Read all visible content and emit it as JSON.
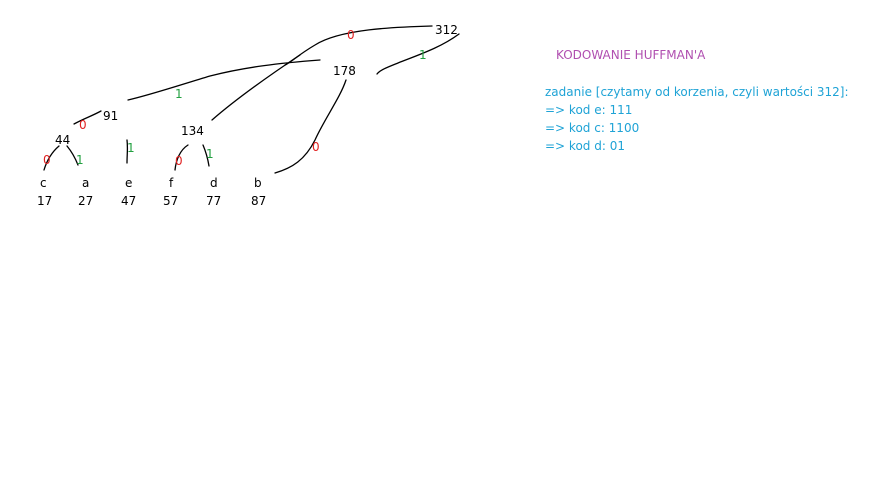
{
  "title": "KODOWANIE HUFFMAN'A",
  "notes": {
    "task": "zadanie [czytamy od korzenia, czyli wartości 312]:",
    "code_e": "=> kod e: 111",
    "code_c": "=> kod c: 1100",
    "code_d": "=> kod d: 01"
  },
  "tree": {
    "internal_nodes": [
      "312",
      "178",
      "134",
      "91",
      "44"
    ],
    "leaves": [
      {
        "symbol": "c",
        "weight": "17"
      },
      {
        "symbol": "a",
        "weight": "27"
      },
      {
        "symbol": "e",
        "weight": "47"
      },
      {
        "symbol": "f",
        "weight": "57"
      },
      {
        "symbol": "d",
        "weight": "77"
      },
      {
        "symbol": "b",
        "weight": "87"
      }
    ],
    "edge_labels": {
      "e312_134": "0",
      "e312_178": "1",
      "e178_b": "0",
      "e134_91": "1",
      "e91_44": "0",
      "e91_e": "1",
      "e44_c": "0",
      "e44_a": "1",
      "e_f": "0",
      "e_d": "1"
    }
  },
  "colors": {
    "zero": "#e02020",
    "one": "#22a040",
    "title": "#b04fb0",
    "note": "#1fa3d6"
  }
}
